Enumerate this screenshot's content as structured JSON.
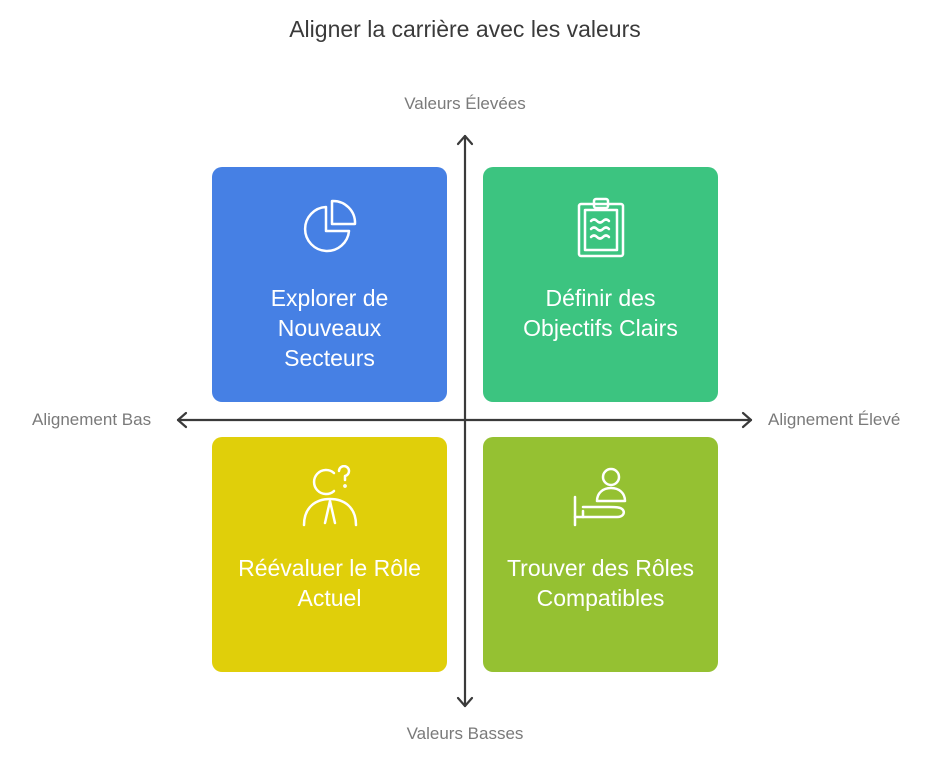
{
  "title": "Aligner la carrière avec les valeurs",
  "axes": {
    "top": "Valeurs Élevées",
    "bottom": "Valeurs Basses",
    "left": "Alignement Bas",
    "right": "Alignement Élevé"
  },
  "quadrants": {
    "top_left": {
      "label": "Explorer de Nouveaux Secteurs",
      "color": "#4680e4",
      "icon": "pie-chart-icon"
    },
    "top_right": {
      "label": "Définir des Objectifs Clairs",
      "color": "#3cc480",
      "icon": "clipboard-icon"
    },
    "bottom_left": {
      "label": "Réévaluer le Rôle Actuel",
      "color": "#e0cf0a",
      "icon": "person-question-icon"
    },
    "bottom_right": {
      "label": "Trouver des Rôles Compatibles",
      "color": "#95c132",
      "icon": "person-service-icon"
    }
  }
}
